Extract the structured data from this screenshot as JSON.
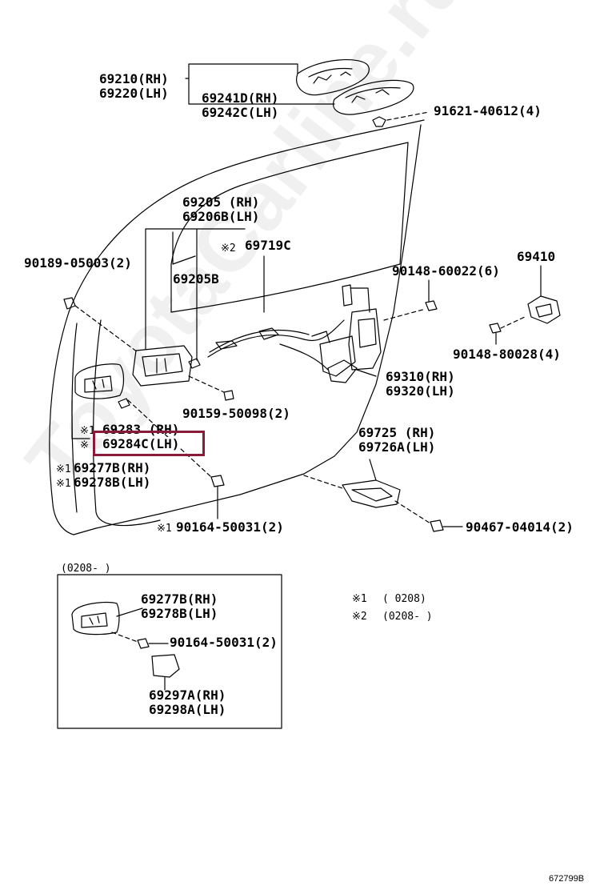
{
  "parts": {
    "p69210": "69210(RH)",
    "p69220": "69220(LH)",
    "p69241D": "69241D(RH)",
    "p69242C": "69242C(LH)",
    "p91621": "91621-40612(4)",
    "p69205": "69205 (RH)",
    "p69206B": "69206B(LH)",
    "p69719C": "69719C",
    "p90189": "90189-05003(2)",
    "p69205B": "69205B",
    "p90148_60022": "90148-60022(6)",
    "p69410": "69410",
    "p90148_80028": "90148-80028(4)",
    "p69310": "69310(RH)",
    "p69320": "69320(LH)",
    "p90159": "90159-50098(2)",
    "p69283": "69283  (RH)",
    "p69284C": "69284C(LH)",
    "p69725": "69725 (RH)",
    "p69726A": "69726A(LH)",
    "p69277B": "69277B(RH)",
    "p69278B": "69278B(LH)",
    "p90164_a": "90164-50031(2)",
    "p90467": "90467-04014(2)",
    "inset_range": "(0208-   )",
    "inset_69277B": "69277B(RH)",
    "inset_69278B": "69278B(LH)",
    "inset_90164": "90164-50031(2)",
    "inset_69297A": "69297A(RH)",
    "inset_69298A": "69298A(LH)"
  },
  "marks": {
    "ref1": "※1",
    "ref2": "※2",
    "ref_mark": "※"
  },
  "legend": {
    "note1_mark": "※1",
    "note1_text": "(      0208)",
    "note2_mark": "※2",
    "note2_text": "(0208-      )"
  },
  "diagram_id": "672799B",
  "watermark": "ToyotaCarline.ru",
  "highlight_color": "#8b1a3a"
}
